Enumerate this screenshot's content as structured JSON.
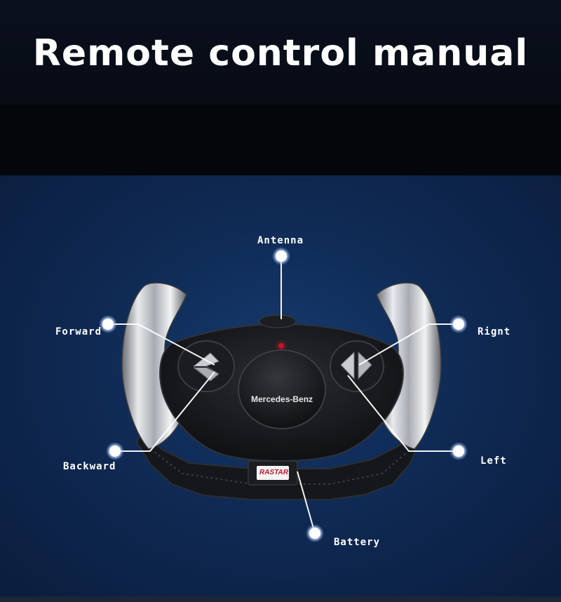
{
  "title": "Remote control manual",
  "controller": {
    "brand": "Mercedes-Benz",
    "logo": "RASTAR"
  },
  "labels": {
    "antenna": "Antenna",
    "forward": "Forward",
    "right": "Rignt",
    "backward": "Backward",
    "left": "Left",
    "battery": "Battery"
  },
  "colors": {
    "background": "#0f2a54",
    "header": "#05080f",
    "callout": "#ffffff",
    "indicator": "#c4122a"
  }
}
